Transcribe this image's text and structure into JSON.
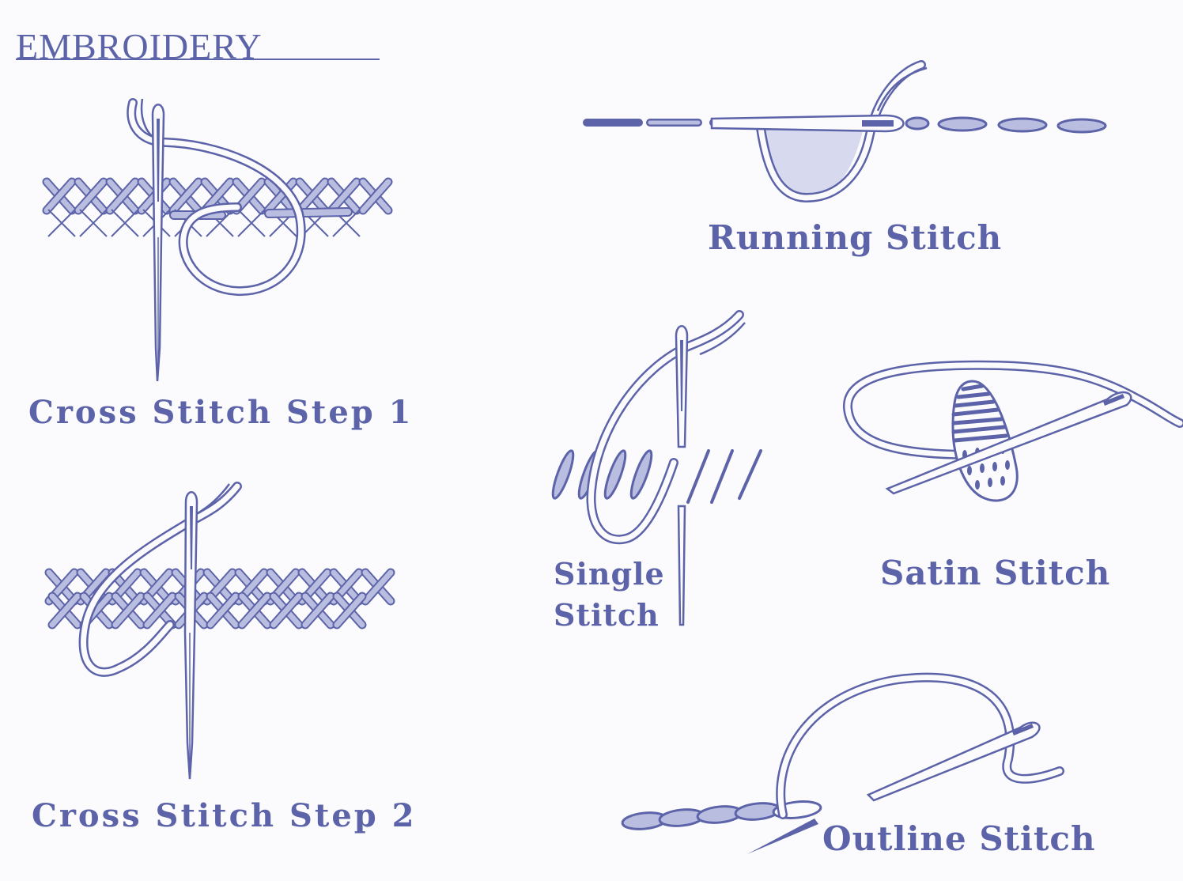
{
  "title": "EMBROIDERY",
  "labels": {
    "cross_step1": "Cross Stitch Step 1",
    "cross_step2": "Cross Stitch Step 2",
    "running": "Running Stitch",
    "single_line1": "Single",
    "single_line2": "Stitch",
    "satin": "Satin Stitch",
    "outline": "Outline Stitch"
  },
  "colors": {
    "ink": "#5c63a8",
    "fill": "#b9bde0",
    "fill_light": "#d7daee",
    "paper": "#fbfbfd"
  }
}
